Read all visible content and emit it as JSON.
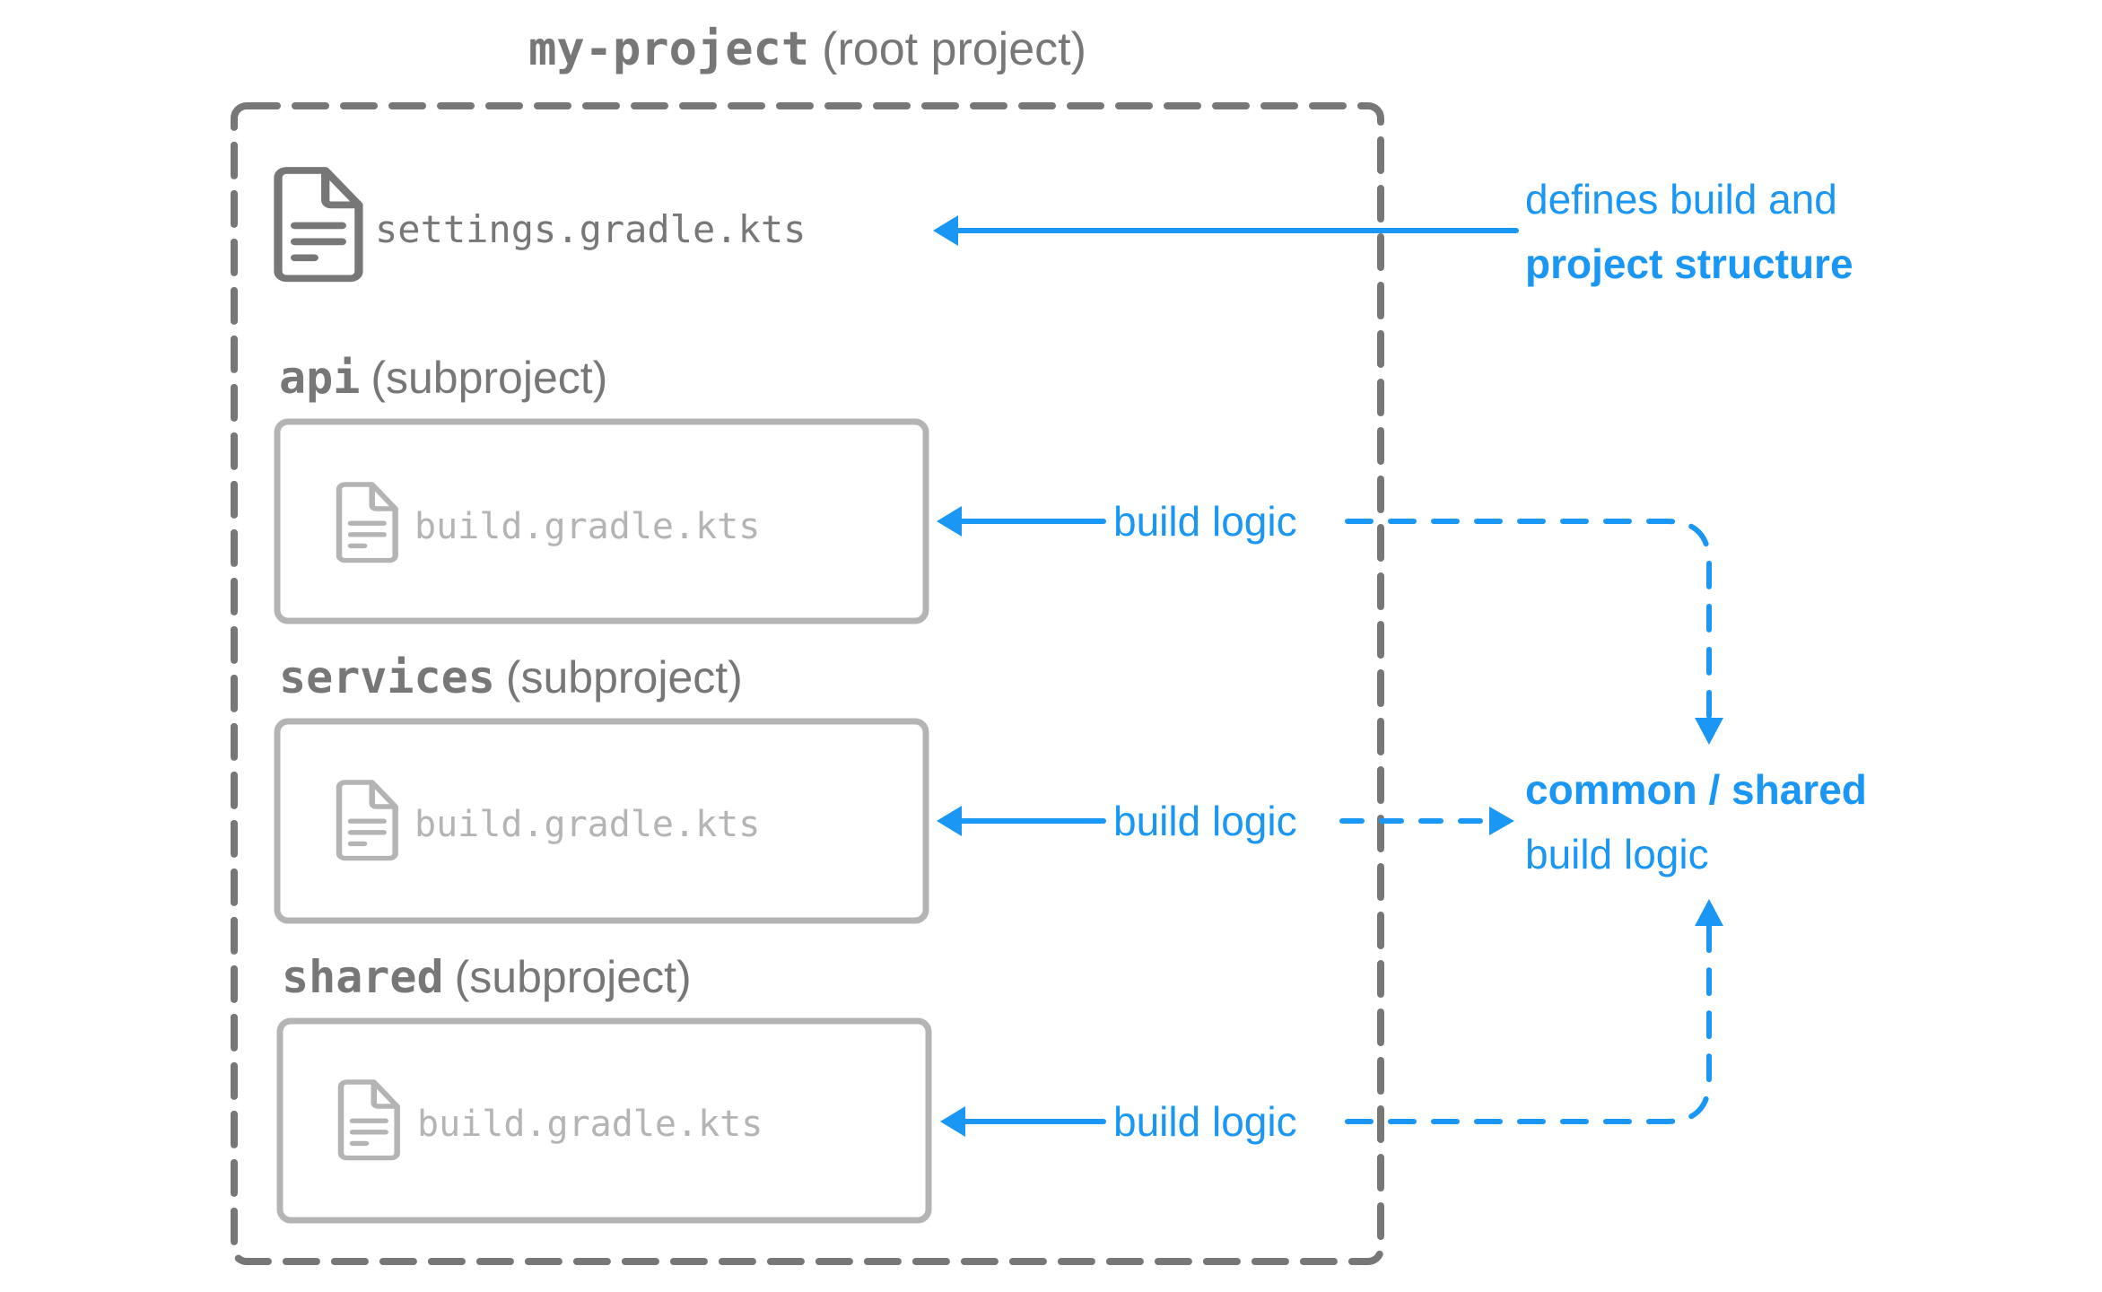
{
  "title": {
    "name": "my-project",
    "suffix": "(root project)"
  },
  "settings_file": {
    "label": "settings.gradle.kts",
    "icon": "document-icon"
  },
  "settings_note": {
    "line1": "defines build and",
    "line2": "project structure"
  },
  "subprojects": [
    {
      "name": "api",
      "suffix": "(subproject)",
      "file": "build.gradle.kts",
      "arrow_label": "build logic"
    },
    {
      "name": "services",
      "suffix": "(subproject)",
      "file": "build.gradle.kts",
      "arrow_label": "build logic"
    },
    {
      "name": "shared",
      "suffix": "(subproject)",
      "file": "build.gradle.kts",
      "arrow_label": "build logic"
    }
  ],
  "shared_logic": {
    "line1": "common / shared",
    "line2": "build logic"
  },
  "colors": {
    "accent": "#1a96f4",
    "dark_gray": "#777777",
    "light_gray": "#b4b4b4"
  }
}
